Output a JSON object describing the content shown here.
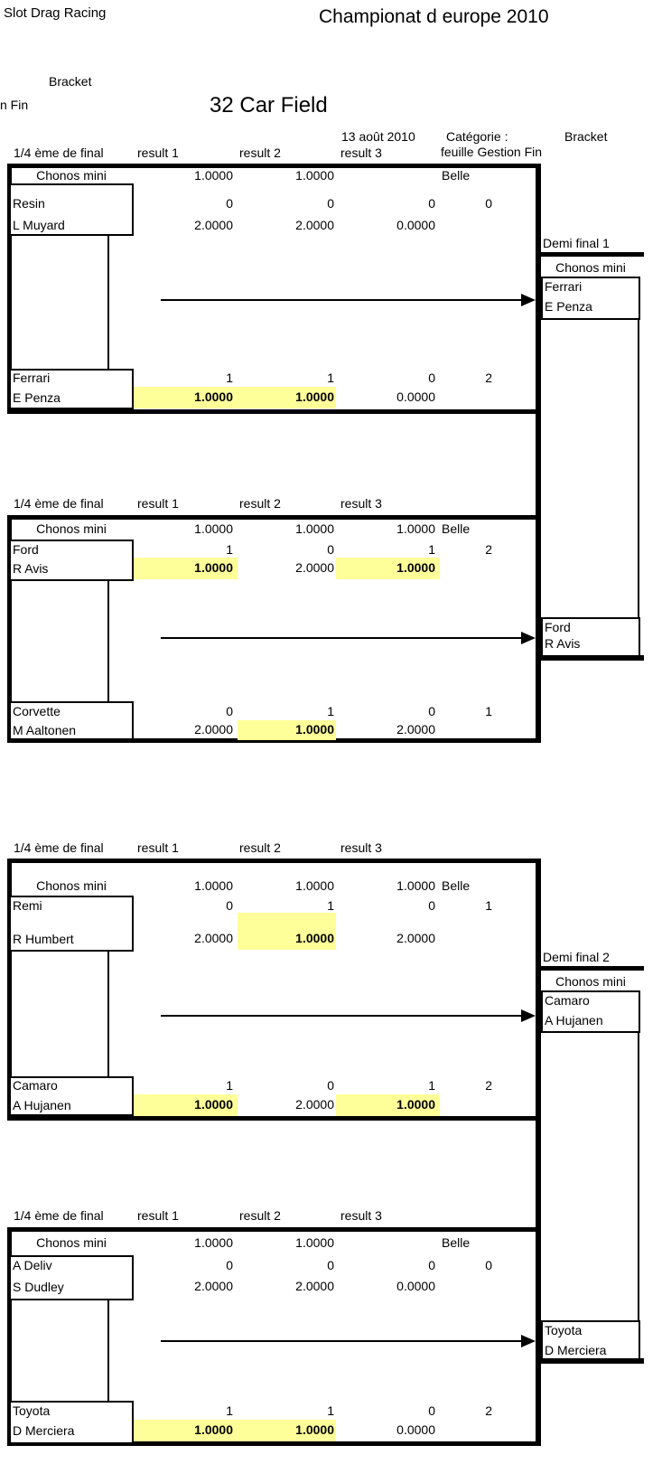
{
  "header": {
    "app_title": "Slot Drag Racing",
    "event_title": "Championat d europe 2010",
    "bracket_label": "Bracket",
    "fin_label": "n Fin",
    "field_title": "32 Car Field",
    "date": "13 août 2010",
    "category_label": "Catégorie :",
    "category_value": "Bracket",
    "sheet_label": "feuille Gestion Fin"
  },
  "columns": {
    "round": "1/4 ème de final",
    "r1": "result 1",
    "r2": "result 2",
    "r3": "result 3"
  },
  "quarterfinals": [
    {
      "chono_label": "Chonos mini",
      "chono_r1": "1.0000",
      "chono_r2": "1.0000",
      "chono_r3": "",
      "belle_label": "Belle",
      "top": {
        "car": "Resin",
        "driver": "L Muyard",
        "wins": [
          "0",
          "0",
          "0"
        ],
        "points": "0",
        "times": [
          "2.0000",
          "2.0000",
          "0.0000"
        ]
      },
      "bottom": {
        "car": "Ferrari",
        "driver": "E Penza",
        "wins": [
          "1",
          "1",
          "0"
        ],
        "points": "2",
        "times": [
          "1.0000",
          "1.0000",
          "0.0000"
        ]
      }
    },
    {
      "chono_label": "Chonos mini",
      "chono_r1": "1.0000",
      "chono_r2": "1.0000",
      "chono_r3": "1.0000",
      "belle_label": "Belle",
      "top": {
        "car": "Ford",
        "driver": "R Avis",
        "wins": [
          "1",
          "0",
          "1"
        ],
        "points": "2",
        "times": [
          "1.0000",
          "2.0000",
          "1.0000"
        ]
      },
      "bottom": {
        "car": "Corvette",
        "driver": "M Aaltonen",
        "wins": [
          "0",
          "1",
          "0"
        ],
        "points": "1",
        "times": [
          "2.0000",
          "1.0000",
          "2.0000"
        ]
      }
    },
    {
      "chono_label": "Chonos mini",
      "chono_r1": "1.0000",
      "chono_r2": "1.0000",
      "chono_r3": "1.0000",
      "belle_label": "Belle",
      "top": {
        "car": "Remi",
        "driver": "R Humbert",
        "wins": [
          "0",
          "1",
          "0"
        ],
        "points": "1",
        "times": [
          "2.0000",
          "1.0000",
          "2.0000"
        ]
      },
      "bottom": {
        "car": "Camaro",
        "driver": "A Hujanen",
        "wins": [
          "1",
          "0",
          "1"
        ],
        "points": "2",
        "times": [
          "1.0000",
          "2.0000",
          "1.0000"
        ]
      }
    },
    {
      "chono_label": "Chonos mini",
      "chono_r1": "1.0000",
      "chono_r2": "1.0000",
      "chono_r3": "",
      "belle_label": "Belle",
      "top": {
        "car": "A Deliv",
        "driver": "S Dudley",
        "wins": [
          "0",
          "0",
          "0"
        ],
        "points": "0",
        "times": [
          "2.0000",
          "2.0000",
          "0.0000"
        ]
      },
      "bottom": {
        "car": "Toyota",
        "driver": "D Merciera",
        "wins": [
          "1",
          "1",
          "0"
        ],
        "points": "2",
        "times": [
          "1.0000",
          "1.0000",
          "0.0000"
        ]
      }
    }
  ],
  "semifinals": [
    {
      "label": "Demi final 1",
      "chono_label": "Chonos mini",
      "slot1": {
        "car": "Ferrari",
        "driver": "E Penza"
      },
      "slot2": {
        "car": "Ford",
        "driver": "R Avis"
      }
    },
    {
      "label": "Demi final 2",
      "chono_label": "Chonos mini",
      "slot1": {
        "car": "Camaro",
        "driver": "A Hujanen"
      },
      "slot2": {
        "car": "Toyota",
        "driver": "D Merciera"
      }
    }
  ],
  "colors": {
    "highlight": "#FFFF99",
    "line": "#000000",
    "background": "#FFFFFF"
  }
}
